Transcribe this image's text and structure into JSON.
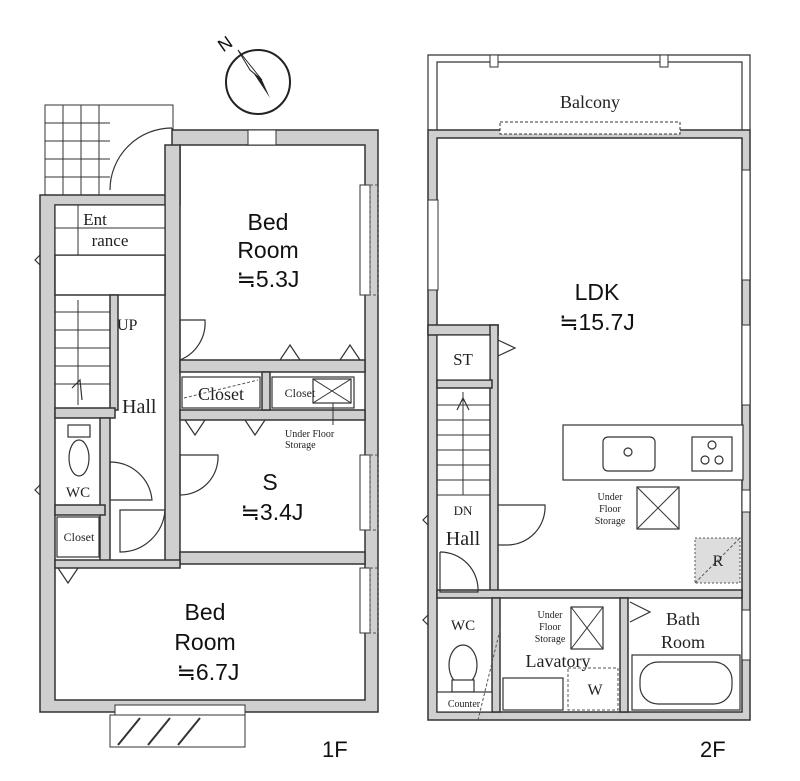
{
  "compass": {
    "label": "N"
  },
  "floor1": {
    "label": "1F",
    "rooms": {
      "entrance": [
        "Ent",
        "rance"
      ],
      "up": "UP",
      "hall": "Hall",
      "wc": "WC",
      "closet_small": "Closet",
      "closet_mid": "Closet",
      "closet_right": "Closet",
      "underfloor": [
        "Under Floor",
        "Storage"
      ],
      "bedroom1": [
        "Bed",
        "Room",
        "≒5.3J"
      ],
      "s_room": [
        "S",
        "≒3.4J"
      ],
      "bedroom2": [
        "Bed",
        "Room",
        "≒6.7J"
      ]
    }
  },
  "floor2": {
    "label": "2F",
    "rooms": {
      "balcony": "Balcony",
      "ldk": [
        "LDK",
        "≒15.7J"
      ],
      "st": "ST",
      "dn": "DN",
      "hall": "Hall",
      "underfloor_ldk": [
        "Under",
        "Floor",
        "Storage"
      ],
      "r": "R",
      "wc": "WC",
      "counter": "Counter",
      "underfloor_lav": [
        "Under",
        "Floor",
        "Storage"
      ],
      "lavatory": "Lavatory",
      "w": "W",
      "bath": [
        "Bath",
        "Room"
      ]
    }
  }
}
